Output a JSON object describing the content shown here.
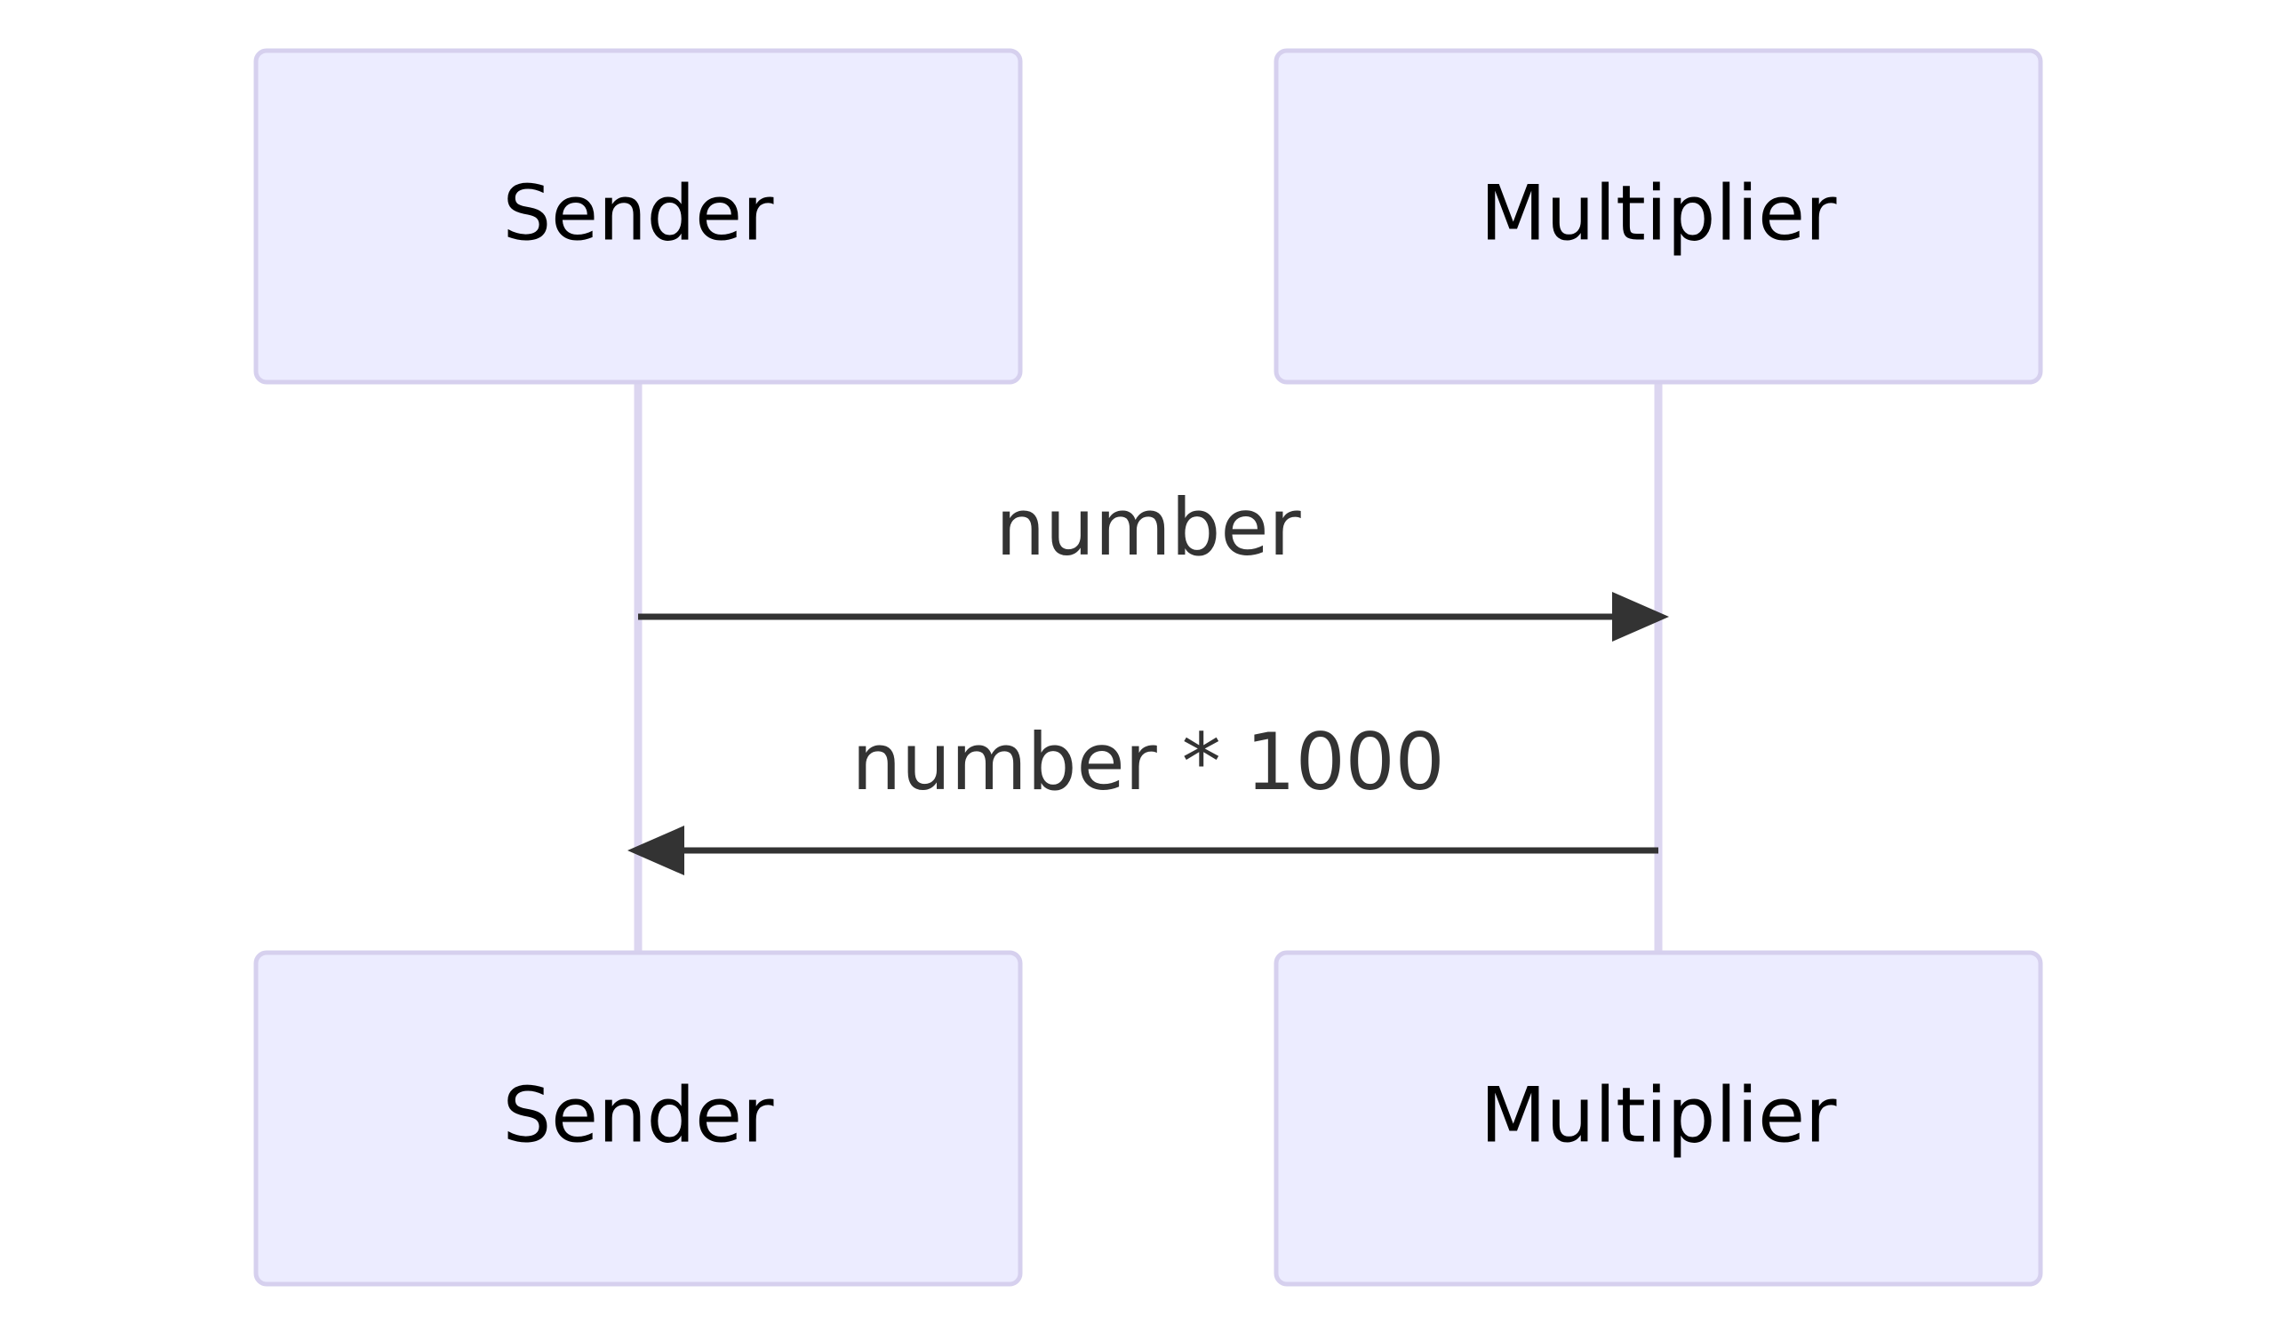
{
  "participants": [
    {
      "id": "sender",
      "label": "Sender"
    },
    {
      "id": "multiplier",
      "label": "Multiplier"
    }
  ],
  "messages": [
    {
      "from": "Sender",
      "to": "Multiplier",
      "label": "number"
    },
    {
      "from": "Multiplier",
      "to": "Sender",
      "label": "number * 1000"
    }
  ],
  "colors": {
    "actor_fill": "#ececff",
    "actor_border": "#d6d0ee",
    "lifeline": "#dcd6f0",
    "message": "#333333"
  }
}
